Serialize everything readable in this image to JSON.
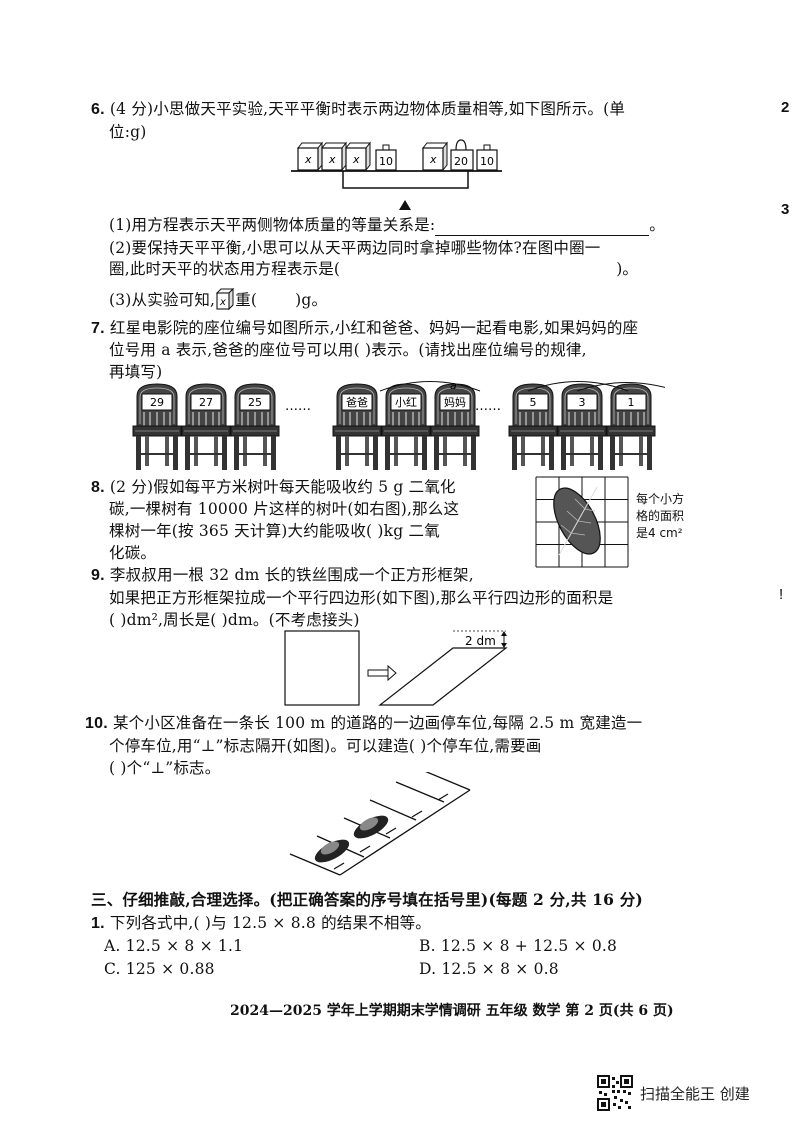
{
  "side": {
    "mark_top": "2",
    "mark_mid": "3",
    "mark_low": "!"
  },
  "q6": {
    "num": "6.",
    "line1": "(4 分)小思做天平实验,天平平衡时表示两边物体质量相等,如下图所示。(单",
    "line2": "位:g)",
    "var": "x",
    "weight_10": "10",
    "weight_20": "20",
    "sub1": "(1)用方程表示天平两侧物体质量的等量关系是:",
    "sub1_end": "。",
    "sub2a": "(2)要保持天平平衡,小思可以从天平两边同时拿掉哪些物体?在图中圈一",
    "sub2b": "圈,此时天平的状态用方程表示是(",
    "sub2b_end": ")。",
    "sub3a": "(3)从实验可知,",
    "sub3b": "重(",
    "sub3c": ")g。"
  },
  "q7": {
    "num": "7.",
    "line1": "红星电影院的座位编号如图所示,小红和爸爸、妈妈一起看电影,如果妈妈的座",
    "line2": "位号用 a 表示,爸爸的座位号可以用(      )表示。(请找出座位编号的规律,",
    "line3": "再填写)",
    "seats": [
      "29",
      "27",
      "25",
      "爸爸",
      "小红",
      "妈妈",
      "5",
      "3",
      "1"
    ],
    "ellipsis": "……",
    "a_label": "a"
  },
  "q8": {
    "num": "8.",
    "line1": "(2 分)假如每平方米树叶每天能吸收约 5 g 二氧化",
    "line2": "碳,一棵树有 10000 片这样的树叶(如右图),那么这",
    "line3": "棵树一年(按 365 天计算)大约能吸收(      )kg 二氧",
    "line4": "化碳。",
    "note1": "每个小方",
    "note2": "格的面积",
    "note3": "是4 cm²"
  },
  "q9": {
    "num": "9.",
    "line1": "李叔叔用一根 32 dm 长的铁丝围成一个正方形框架,",
    "line2": "如果把正方形框架拉成一个平行四边形(如下图),那么平行四边形的面积是",
    "line3": "(      )dm²,周长是(      )dm。(不考虑接头)",
    "height_label": "2 dm"
  },
  "q10": {
    "num": "10.",
    "line1": "某个小区准备在一条长 100 m 的道路的一边画停车位,每隔 2.5 m 宽建造一",
    "line2": "个停车位,用“⊥”标志隔开(如图)。可以建造(      )个停车位,需要画",
    "line3": "(      )个“⊥”标志。"
  },
  "section3": {
    "title": "三、仔细推敲,合理选择。(把正确答案的序号填在括号里)(每题 2 分,共 16 分)",
    "q1_num": "1.",
    "q1_text": "下列各式中,(      )与 12.5 × 8.8 的结果不相等。",
    "options": [
      "A. 12.5 × 8 × 1.1",
      "B. 12.5 × 8 + 12.5 × 0.8",
      "C. 125 × 0.88",
      "D. 12.5 × 8 × 0.8"
    ]
  },
  "footer": {
    "text": "2024—2025 学年上学期期末学情调研   五年级   数学   第 2 页(共 6 页)"
  },
  "scanner": {
    "text": "扫描全能王  创建",
    "icon": "qr-code-icon"
  }
}
